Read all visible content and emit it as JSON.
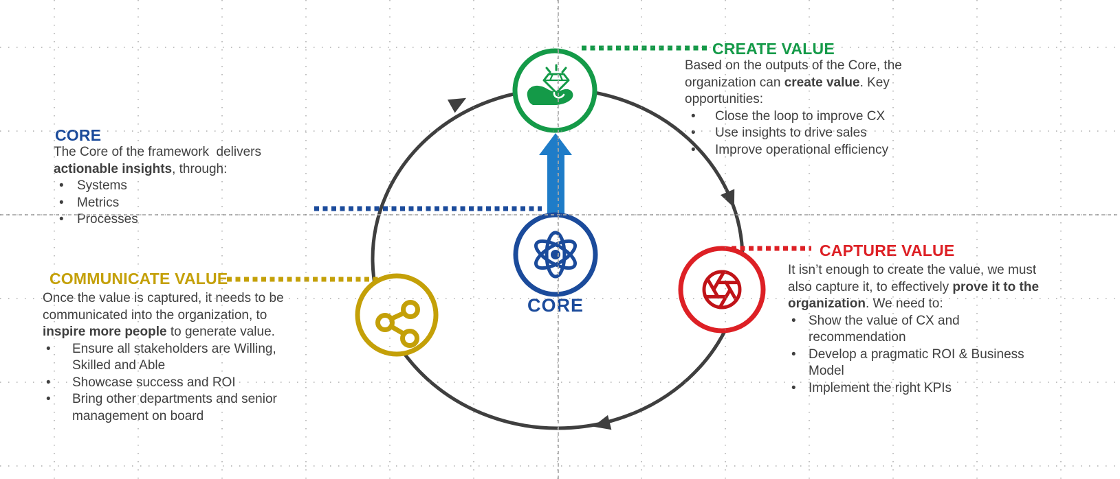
{
  "diagram": {
    "center_label": "CORE",
    "icons": {
      "center": "atom-icon",
      "create": "hand-diamond-icon",
      "capture": "aperture-icon",
      "communicate": "share-network-icon"
    },
    "colors": {
      "core_blue": "#1B4B9B",
      "arrow_blue": "#1E7CC8",
      "create_green": "#149A48",
      "capture_red": "#DD2025",
      "communicate_gold": "#C4A008",
      "cycle_arc_gray": "#3F3F3F",
      "body_text": "#3F3F3F"
    }
  },
  "blocks": {
    "core": {
      "title": "CORE",
      "body_pre": "The Core of the framework  delivers ",
      "body_bold": "actionable insights",
      "body_post": ", through:",
      "bullets": [
        "Systems",
        "Metrics",
        "Processes"
      ]
    },
    "create": {
      "title": "CREATE VALUE",
      "body_pre": "Based on the outputs of the Core, the organization can ",
      "body_bold": "create value",
      "body_post": ". Key opportunities:",
      "bullets": [
        "Close the loop to improve CX",
        "Use insights to drive sales",
        "Improve operational efficiency"
      ]
    },
    "capture": {
      "title": "CAPTURE VALUE",
      "body_pre": "It isn’t enough to create the value, we must also capture it, to effectively ",
      "body_bold": "prove it to the organization",
      "body_post": ". We need to:",
      "bullets": [
        "Show the value of CX and recommendation",
        "Develop a pragmatic ROI & Business Model",
        "Implement the right KPIs"
      ]
    },
    "communicate": {
      "title": "COMMUNICATE VALUE",
      "body_pre": "Once the value is captured, it needs to be communicated into the organization, to ",
      "body_bold": "inspire more people",
      "body_post": " to generate value.",
      "bullets": [
        "Ensure all stakeholders are Willing, Skilled and Able",
        "Showcase success and ROI",
        "Bring other departments and senior management on board"
      ]
    }
  }
}
